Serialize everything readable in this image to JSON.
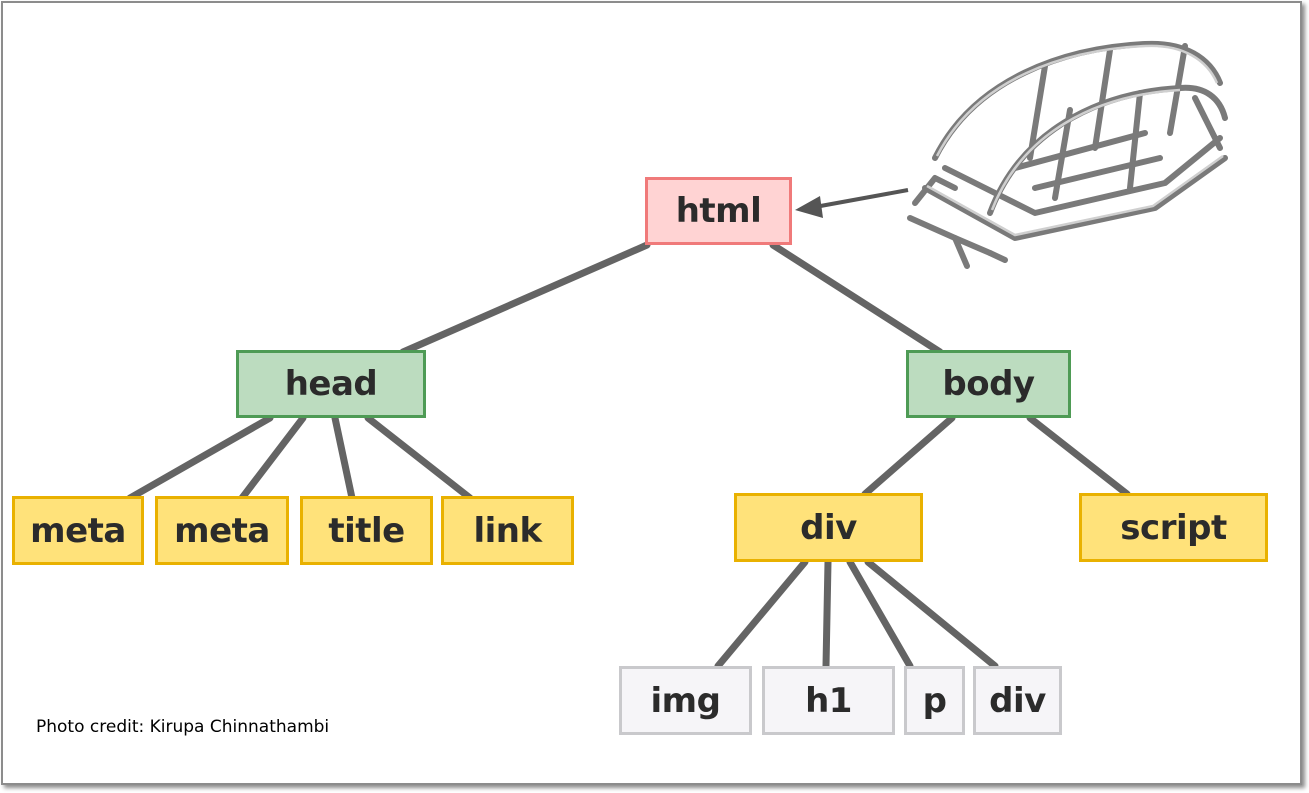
{
  "diagram": {
    "root": {
      "label": "html",
      "color": "#ffd3d3",
      "border": "#f07a7a"
    },
    "level1": [
      {
        "label": "head",
        "color": "#bcdcbf",
        "border": "#4e9b55"
      },
      {
        "label": "body",
        "color": "#bcdcbf",
        "border": "#4e9b55"
      }
    ],
    "head_children": [
      "meta",
      "meta",
      "title",
      "link"
    ],
    "body_children": [
      "div",
      "script"
    ],
    "div_children": [
      "img",
      "h1",
      "p",
      "div"
    ],
    "leaf_colors": {
      "yellow": "#ffe27a",
      "yellow_border": "#e9b100",
      "gray": "#f6f5f8",
      "gray_border": "#c9c9cc"
    },
    "edge_color": "#646464"
  },
  "image": {
    "icon": "car-frame-icon"
  },
  "credit": "Photo credit: Kirupa Chinnathambi"
}
